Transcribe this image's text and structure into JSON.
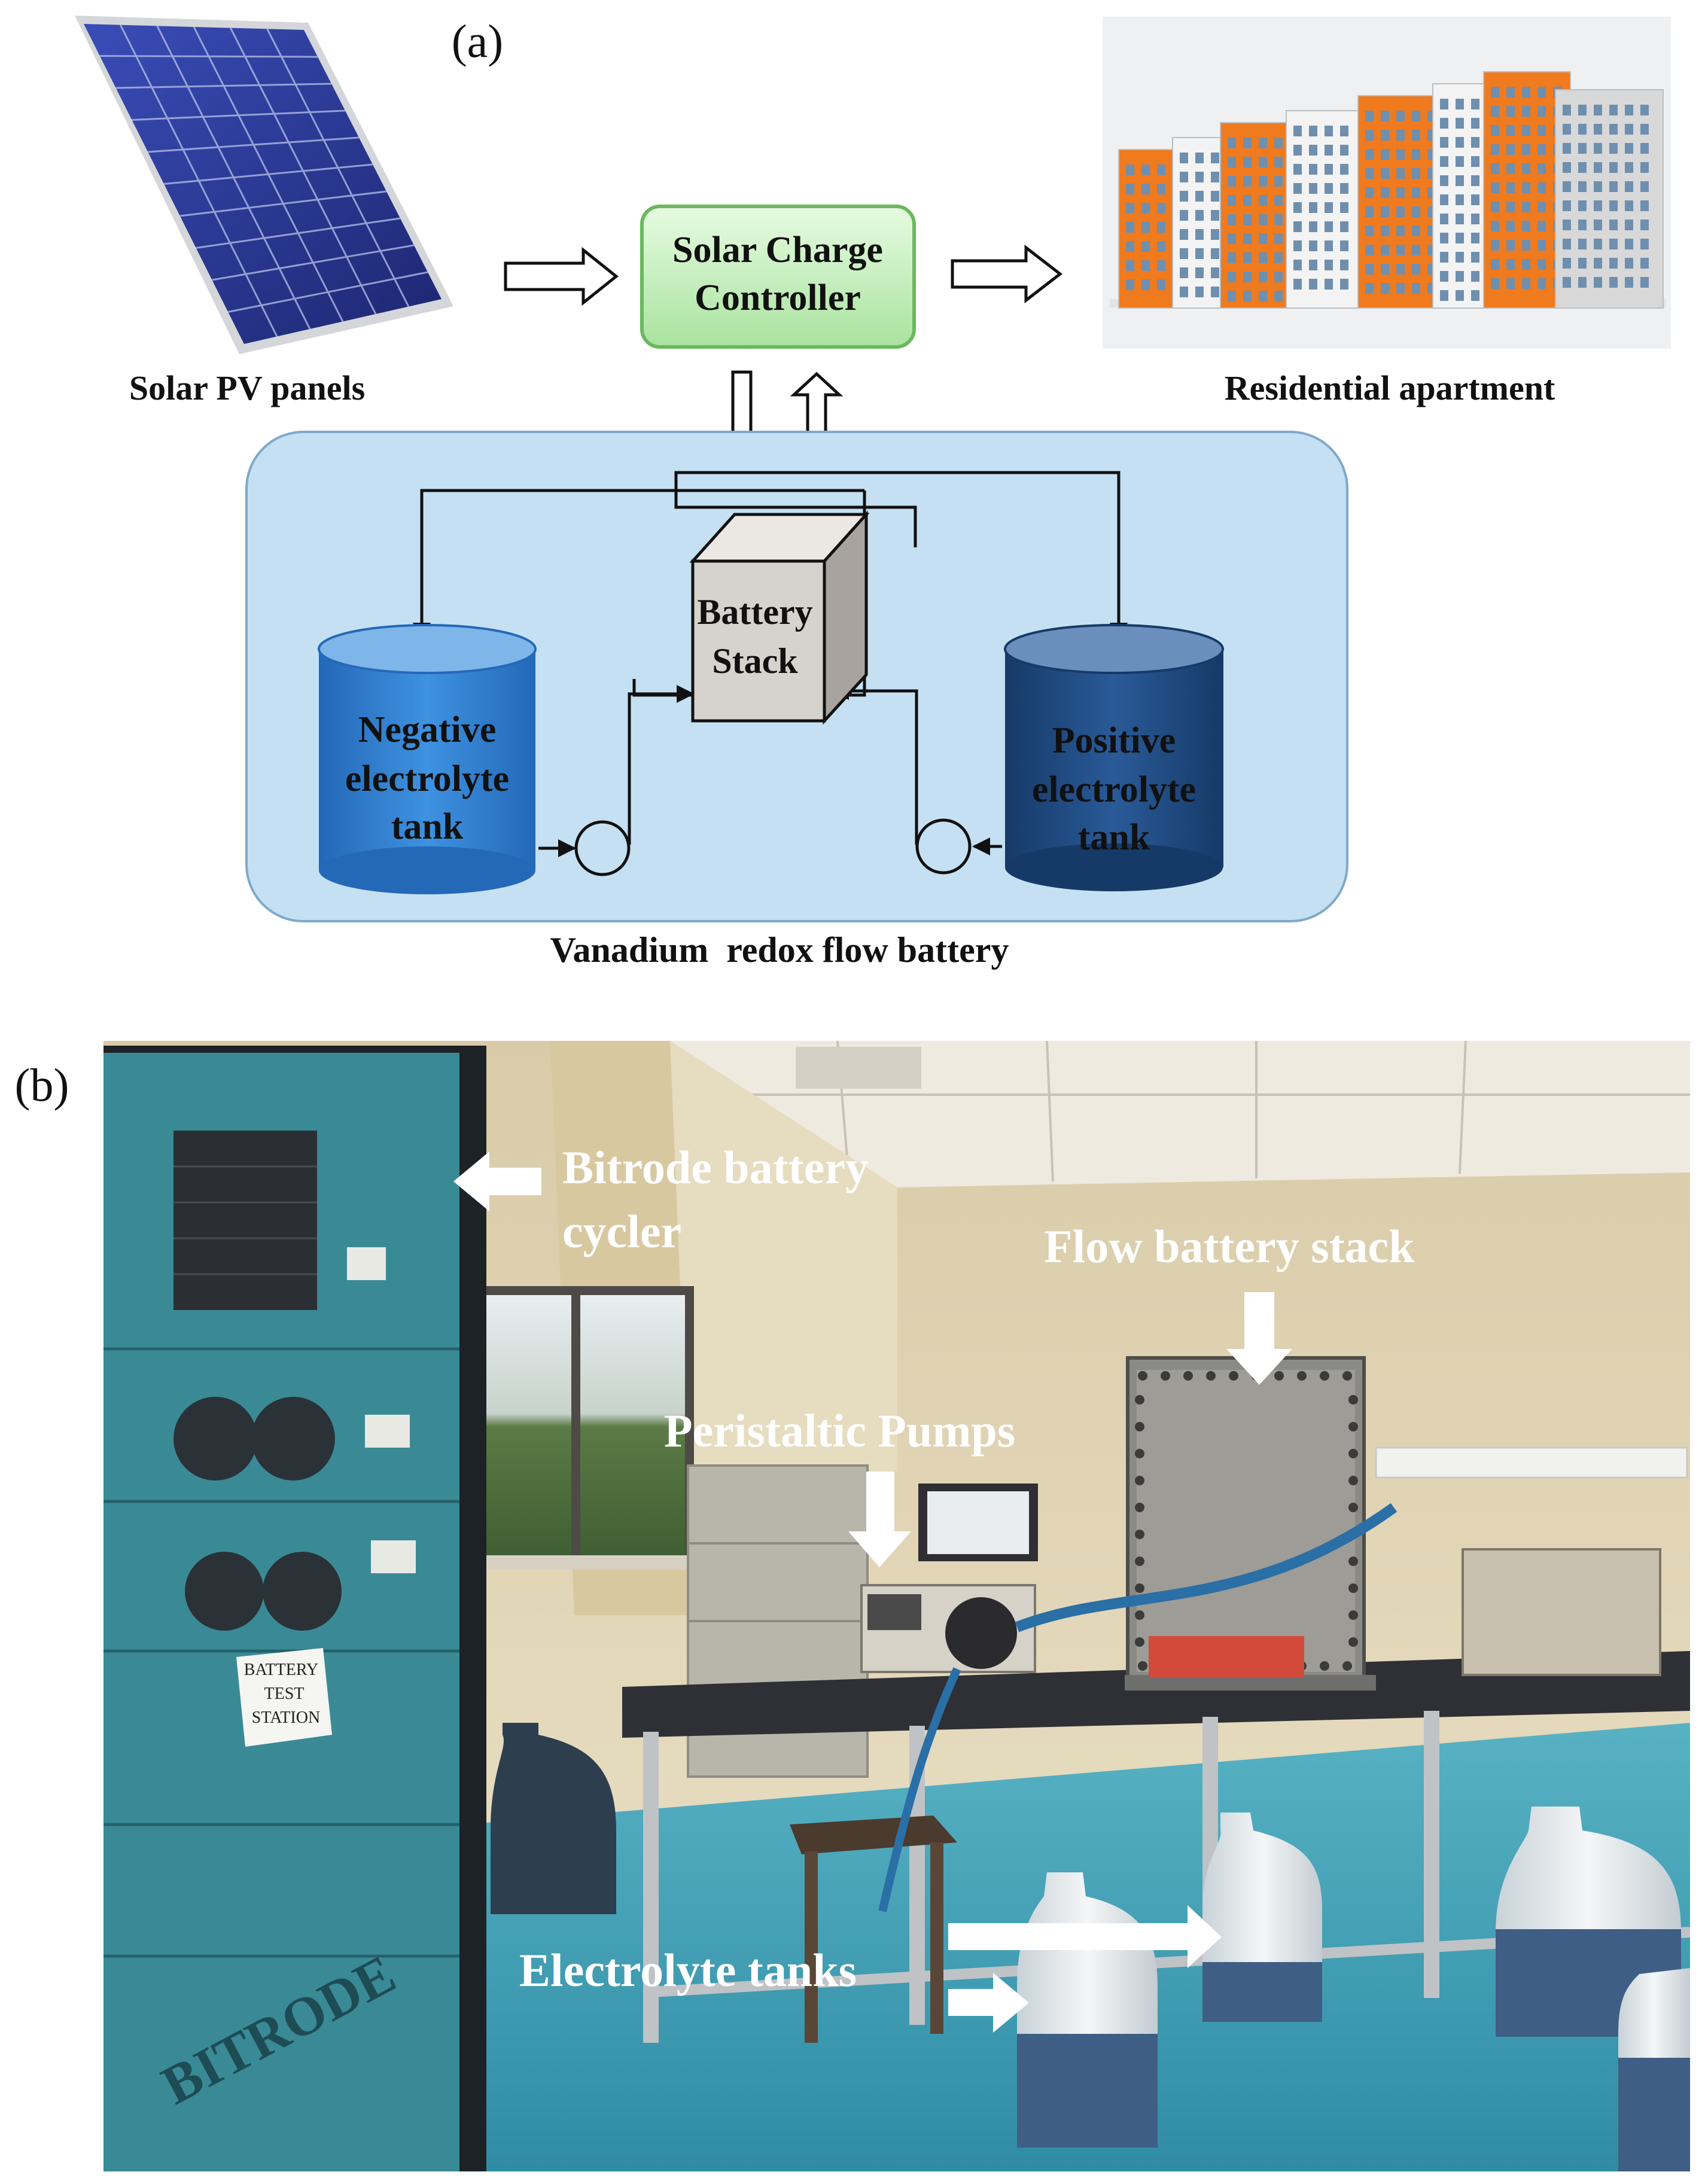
{
  "panel_a": {
    "label": "(a)",
    "solar_panels_label": "Solar PV panels",
    "controller_label_line1": "Solar Charge",
    "controller_label_line2": "Controller",
    "apartment_label": "Residential apartment",
    "battery_stack_line1": "Battery",
    "battery_stack_line2": "Stack",
    "negative_tank_line1": "Negative",
    "negative_tank_line2": "electrolyte",
    "negative_tank_line3": "tank",
    "positive_tank_line1": "Positive",
    "positive_tank_line2": "electrolyte",
    "positive_tank_line3": "tank",
    "vrfb_label": "Vanadium  redox flow battery"
  },
  "panel_b": {
    "label": "(b)",
    "cycler_label_line1": "Bitrode battery",
    "cycler_label_line2": "cycler",
    "stack_label": "Flow battery stack",
    "pumps_label": "Peristaltic Pumps",
    "tanks_label": "Electrolyte tanks",
    "sticker_line1": "BATTERY",
    "sticker_line2": "TEST",
    "sticker_line3": "STATION",
    "brand": "BITRODE"
  },
  "colors": {
    "vrfb_box": "#c5e0f2",
    "controller_fill": "#c9f0c4",
    "controller_stroke": "#6bb85e",
    "negative_tank": "#2f7fd0",
    "positive_tank": "#1f4e86",
    "battery_stack": "#d6d2ce",
    "cabinet": "#3a8a96",
    "lab_wall": "#e2d6b8",
    "lab_floor": "#3f9fb5"
  }
}
